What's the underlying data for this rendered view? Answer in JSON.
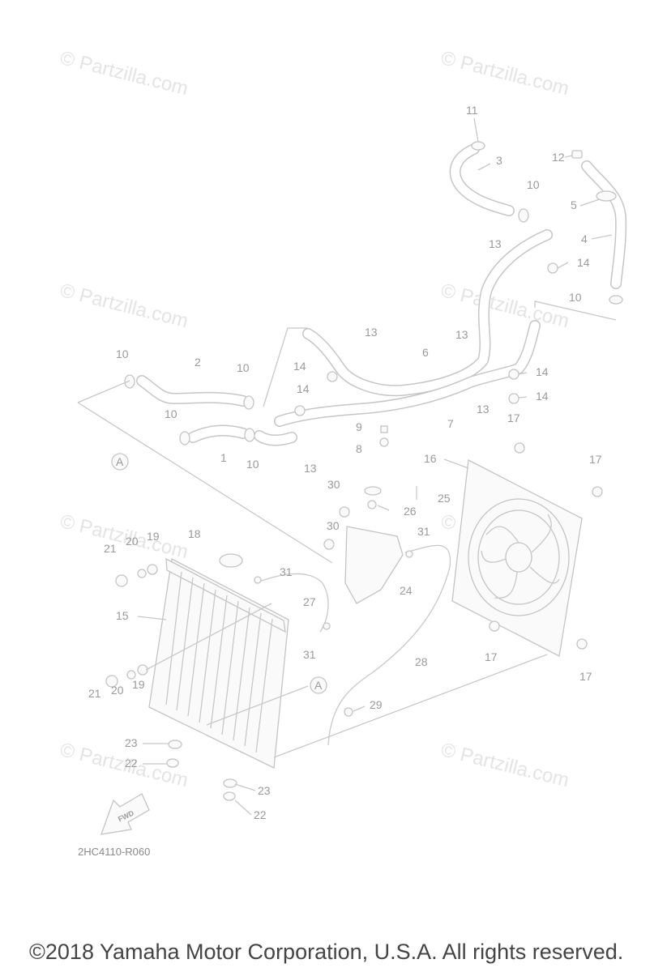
{
  "watermark": "© Partzilla.com",
  "diagram_code": "2HC4110-R060",
  "copyright": "©2018  Yamaha Motor Corporation, U.S.A. All rights reserved.",
  "fwd_label": "FWD",
  "ref_mark": "A",
  "callouts": {
    "c1": "1",
    "c2": "2",
    "c3": "3",
    "c4": "4",
    "c5": "5",
    "c6": "6",
    "c7": "7",
    "c8": "8",
    "c9": "9",
    "c10a": "10",
    "c10b": "10",
    "c10c": "10",
    "c10d": "10",
    "c10e": "10",
    "c10f": "10",
    "c11": "11",
    "c12": "12",
    "c13a": "13",
    "c13b": "13",
    "c13c": "13",
    "c13d": "13",
    "c13e": "13",
    "c14a": "14",
    "c14b": "14",
    "c14c": "14",
    "c14d": "14",
    "c14e": "14",
    "c15": "15",
    "c16": "16",
    "c17a": "17",
    "c17b": "17",
    "c17c": "17",
    "c17d": "17",
    "c18": "18",
    "c19a": "19",
    "c19b": "19",
    "c20a": "20",
    "c20b": "20",
    "c21a": "21",
    "c21b": "21",
    "c22a": "22",
    "c22b": "22",
    "c23a": "23",
    "c23b": "23",
    "c24": "24",
    "c25": "25",
    "c26": "26",
    "c27": "27",
    "c28": "28",
    "c29": "29",
    "c30a": "30",
    "c30b": "30",
    "c31a": "31",
    "c31b": "31",
    "c31c": "31"
  }
}
